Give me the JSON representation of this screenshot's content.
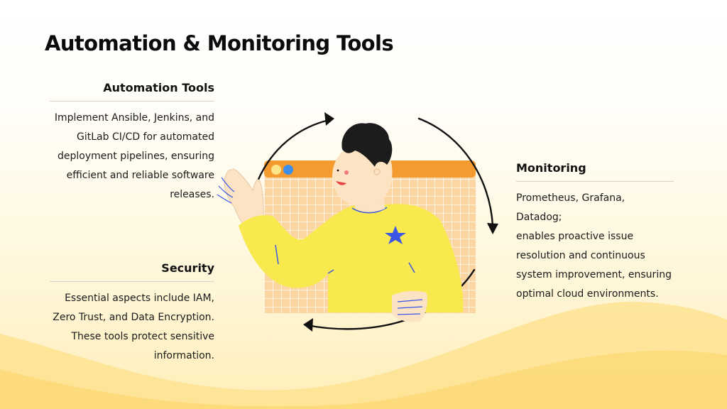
{
  "title": "Automation & Monitoring Tools",
  "sections": {
    "automation": {
      "heading": "Automation Tools",
      "lines": [
        "Implement Ansible, Jenkins, and",
        "GitLab CI/CD for automated",
        "deployment pipelines, ensuring",
        "efficient and reliable software",
        "releases."
      ]
    },
    "security": {
      "heading": "Security",
      "lines": [
        "Essential aspects include IAM,",
        "Zero Trust, and Data Encryption.",
        "These tools protect sensitive",
        "information."
      ]
    },
    "monitoring": {
      "heading": "Monitoring",
      "lines": [
        "Prometheus, Grafana, Datadog;",
        "enables proactive issue",
        "resolution and continuous",
        "system improvement, ensuring",
        "optimal cloud environments."
      ]
    }
  },
  "colors": {
    "accent_orange": "#f59a2e",
    "grid_peach": "#fbd9a8",
    "sweater_yellow": "#f8e94e",
    "star_blue": "#3b57e8",
    "hair_black": "#1c1c1c"
  }
}
